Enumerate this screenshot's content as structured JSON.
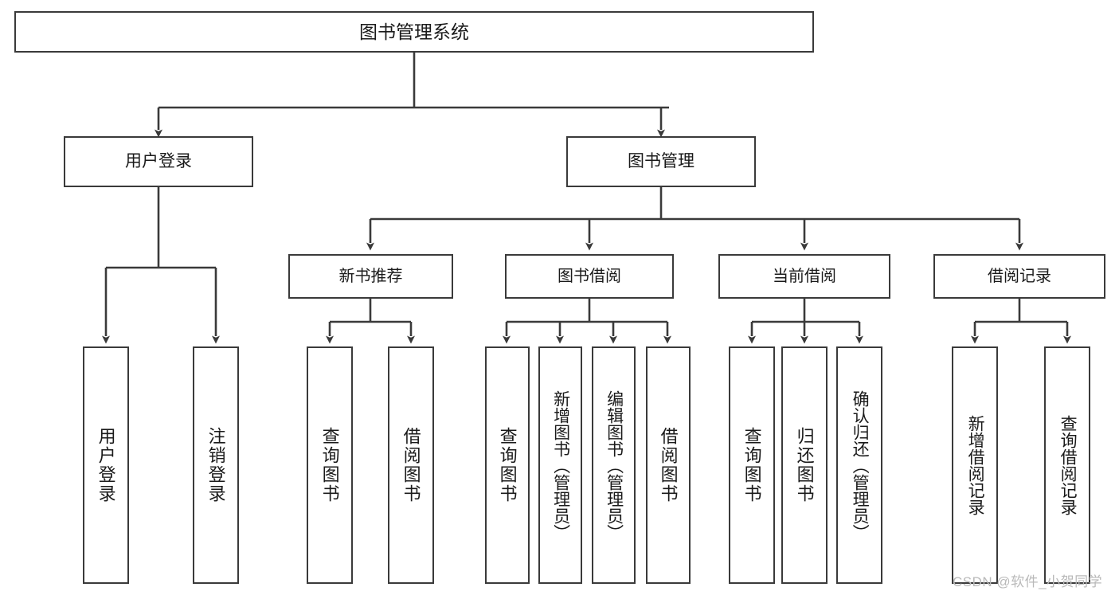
{
  "diagram": {
    "title": "图书管理系统",
    "type": "tree",
    "colors": {
      "box_border": "#3a3a3a",
      "box_fill": "#ffffff",
      "edge": "#3a3a3a",
      "text": "#1a1a1a",
      "watermark": "#b9b9b9",
      "background": "#ffffff"
    },
    "nodes": {
      "root": {
        "label": "图书管理系统"
      },
      "level2": [
        {
          "label": "用户登录"
        },
        {
          "label": "图书管理"
        }
      ],
      "level3": [
        {
          "label": "新书推荐"
        },
        {
          "label": "图书借阅"
        },
        {
          "label": "当前借阅"
        },
        {
          "label": "借阅记录"
        }
      ],
      "leaves_user_login": [
        {
          "label": "用户登录"
        },
        {
          "label": "注销登录"
        }
      ],
      "leaves_new_book": [
        {
          "label": "查询图书"
        },
        {
          "label": "借阅图书"
        }
      ],
      "leaves_borrow": [
        {
          "label": "查询图书"
        },
        {
          "label": "新增图书（管理员）"
        },
        {
          "label": "编辑图书（管理员）"
        },
        {
          "label": "借阅图书"
        }
      ],
      "leaves_current": [
        {
          "label": "查询图书"
        },
        {
          "label": "归还图书"
        },
        {
          "label": "确认归还（管理员）"
        }
      ],
      "leaves_records": [
        {
          "label": "新增借阅记录"
        },
        {
          "label": "查询借阅记录"
        }
      ]
    }
  },
  "watermark": {
    "text": "CSDN @软件_小贺同学"
  }
}
